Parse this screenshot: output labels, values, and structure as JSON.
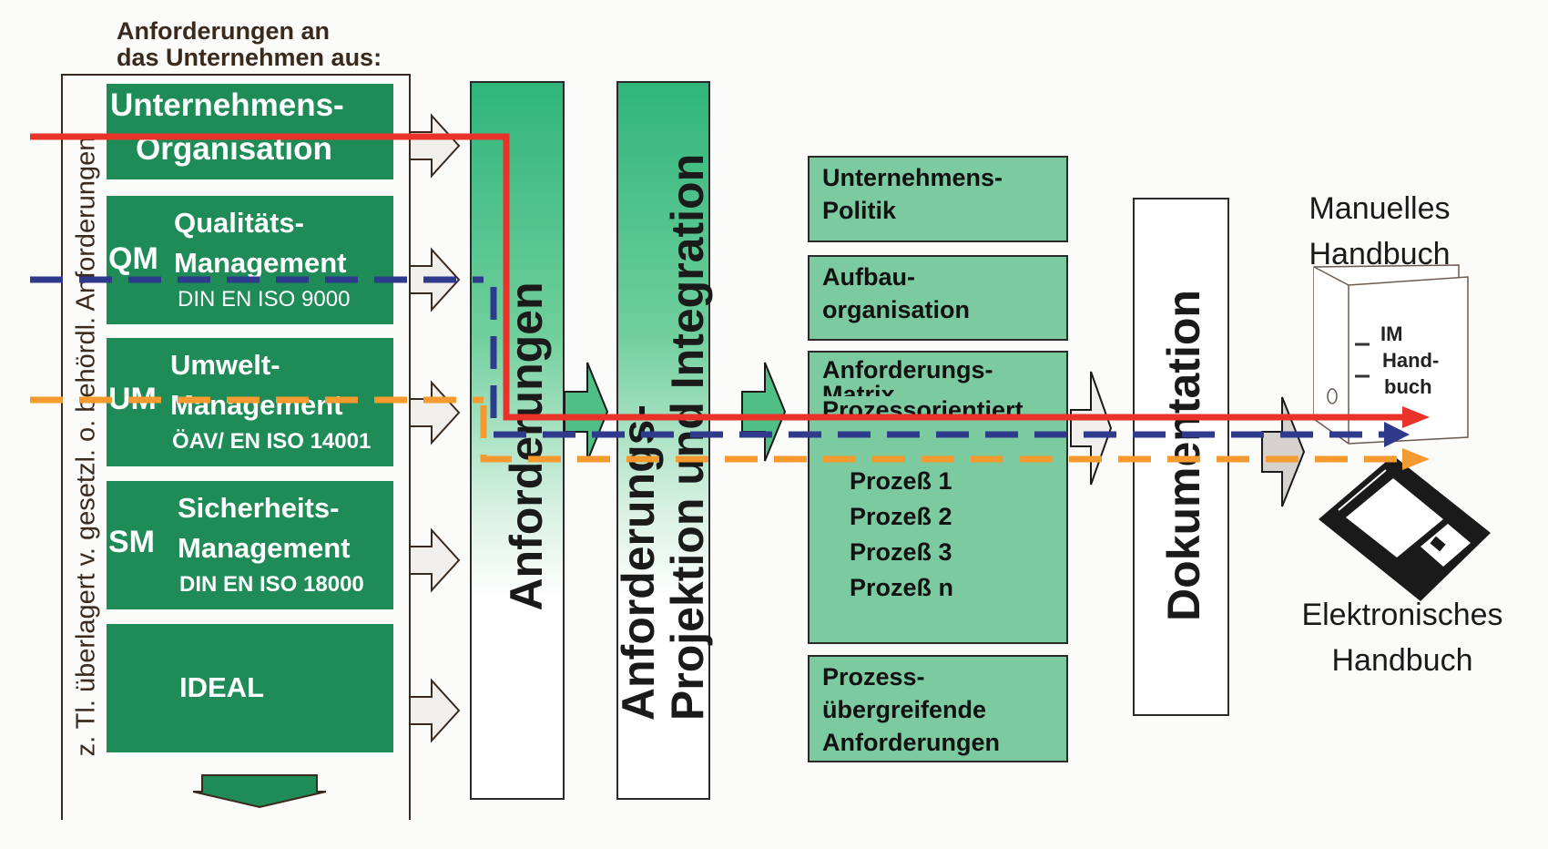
{
  "header": {
    "title_line1": "Anforderungen an",
    "title_line2": "das Unternehmen aus:"
  },
  "side_note": "z. Tl. überlagert v. gesetzl. o. behördl. Anforderungen",
  "sources": [
    {
      "abbr": "",
      "lines": [
        "Unternehmens-",
        "Organisation"
      ],
      "standard": ""
    },
    {
      "abbr": "QM",
      "lines": [
        "Qualitäts-",
        "Management"
      ],
      "standard": "DIN EN ISO 9000"
    },
    {
      "abbr": "UM",
      "lines": [
        "Umwelt-",
        "Management"
      ],
      "standard": "ÖAV/ EN ISO 14001"
    },
    {
      "abbr": "SM",
      "lines": [
        "Sicherheits-",
        "Management"
      ],
      "standard": "DIN EN ISO 18000"
    },
    {
      "abbr": "",
      "lines": [
        "IDEAL"
      ],
      "standard": ""
    }
  ],
  "columns": {
    "requirements": "Anforderungen",
    "projection_line1": "Anforderungs-",
    "projection_line2": "Projektion und Integration",
    "documentation": "Dokumentation"
  },
  "structure_boxes": [
    {
      "lines": [
        "Unternehmens-",
        "Politik"
      ]
    },
    {
      "lines": [
        "Aufbau-",
        "organisation"
      ]
    },
    {
      "lines": [
        "Anforderungs-",
        "Matrix",
        "Prozessorientiert"
      ],
      "processes": [
        "Prozeß 1",
        "Prozeß 2",
        "Prozeß 3",
        "Prozeß n"
      ]
    },
    {
      "lines": [
        "Prozess-",
        "übergreifende",
        "Anforderungen"
      ]
    }
  ],
  "outputs": {
    "manual_line1": "Manuelles",
    "manual_line2": "Handbuch",
    "binder_label": [
      "IM",
      "Hand-",
      "buch"
    ],
    "electronic_line1": "Elektronisches",
    "electronic_line2": "Handbuch"
  },
  "colors": {
    "green_dark": "#1f8c57",
    "green_light": "#7ccaa0",
    "path_red": "#e8322a",
    "path_blue": "#2e3a8c",
    "path_orange": "#f59a2e"
  },
  "icons": [
    "arrow-right-icon",
    "arrow-down-icon",
    "binder-icon",
    "floppy-disk-icon"
  ]
}
